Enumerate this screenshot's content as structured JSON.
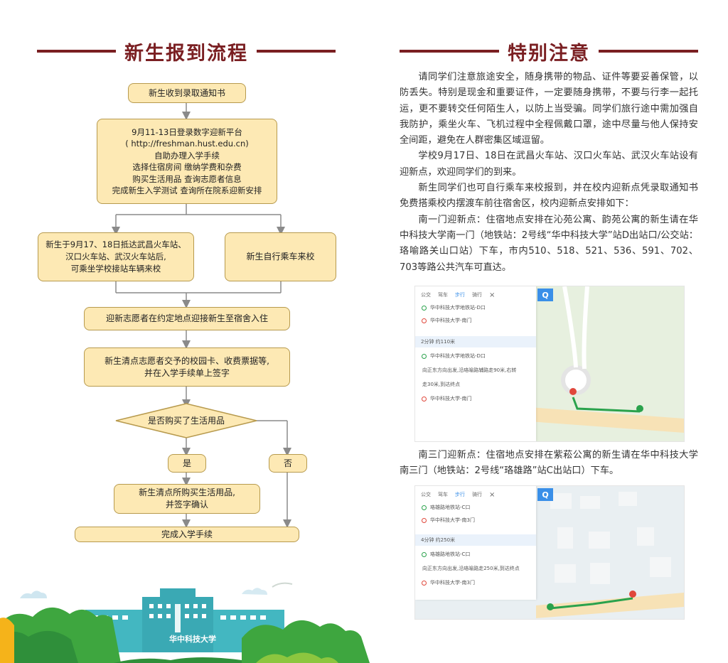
{
  "left_title": "新生报到流程",
  "right_title": "特别注意",
  "flow": {
    "step1": "新生收到录取通知书",
    "step2_lines": [
      "9月11-13日登录数字迎新平台",
      "( http://freshman.hust.edu.cn)",
      "自助办理入学手续",
      "选择住宿房间  缴纳学费和杂费",
      "购买生活用品  查询志愿者信息",
      "完成新生入学测试  查询所在院系迎新安排"
    ],
    "branch_left_lines": [
      "新生于9月17、18日抵达武昌火车站、",
      "汉口火车站、武汉火车站后,",
      "可乘坐学校接站车辆来校"
    ],
    "branch_right": "新生自行乘车来校",
    "step4": "迎新志愿者在约定地点迎接新生至宿舍入住",
    "step5_lines": [
      "新生清点志愿者交予的校园卡、收费票据等,",
      "并在入学手续单上签字"
    ],
    "decision": "是否购买了生活用品",
    "yes": "是",
    "no": "否",
    "step6_lines": [
      "新生清点所购买生活用品,",
      "并签字确认"
    ],
    "step7": "完成入学手续"
  },
  "notice": {
    "p1": "请同学们注意旅途安全，随身携带的物品、证件等要妥善保管，以防丢失。特别是现金和重要证件，一定要随身携带，不要与行李一起托运，更不要转交任何陌生人，以防上当受骗。同学们旅行途中需加强自我防护，乘坐火车、飞机过程中全程佩戴口罩，途中尽量与他人保持安全间距，避免在人群密集区域逗留。",
    "p2": "学校9月17日、18日在武昌火车站、汉口火车站、武汉火车站设有迎新点，欢迎同学们的到来。",
    "p3": "新生同学们也可自行乘车来校报到，并在校内迎新点凭录取通知书免费搭乘校内摆渡车前往宿舍区，校内迎新点安排如下：",
    "p4": "南一门迎新点：住宿地点安排在沁苑公寓、韵苑公寓的新生请在华中科技大学南一门（地铁站：2号线“华中科技大学”站D出站口/公交站：珞喻路关山口站）下车，市内510、518、521、536、591、702、703等路公共汽车可直达。",
    "p5": "南三门迎新点：住宿地点安排在紫菘公寓的新生请在华中科技大学南三门（地铁站：2号线“珞雄路”站C出站口）下车。"
  },
  "map1": {
    "tabs": [
      "公交",
      "驾车",
      "步行",
      "骑行"
    ],
    "from": "华中科技大学地铁站-D口",
    "to": "华中科技大学-南门",
    "duration": "2分钟 约110米",
    "steps": [
      "华中科技大学地铁站-D口",
      "向正东方向出发,沿珞喻路辅路走90米,右转",
      "走30米,到达终点",
      "华中科技大学-南门"
    ],
    "search": "Q"
  },
  "map2": {
    "tabs": [
      "公交",
      "驾车",
      "步行",
      "骑行"
    ],
    "from": "珞雄路地铁站-C口",
    "to": "华中科技大学-南3门",
    "duration": "4分钟 约250米",
    "steps": [
      "珞雄路地铁站-C口",
      "向正东方向出发,沿珞喻路走250米,到达终点",
      "华中科技大学-南3门"
    ],
    "search": "Q"
  },
  "footer": {
    "school_name": "华中科技大学"
  },
  "colors": {
    "title": "#7a1f22",
    "node_fill": "#fde9b4",
    "node_border": "#b79a4e",
    "building": "#43b7c1",
    "trees": "#3ea63f"
  }
}
